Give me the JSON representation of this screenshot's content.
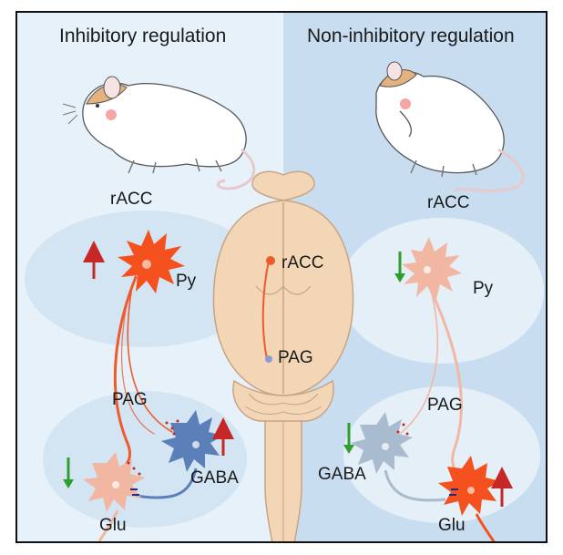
{
  "left_panel": {
    "title": "Inhibitory regulation",
    "region_top": "rACC",
    "region_bottom": "PAG",
    "neuron_py": "Py",
    "neuron_gaba": "GABA",
    "neuron_glu": "Glu"
  },
  "right_panel": {
    "title": "Non-inhibitory regulation",
    "region_top": "rACC",
    "region_bottom": "PAG",
    "neuron_py": "Py",
    "neuron_gaba": "GABA",
    "neuron_glu": "Glu"
  },
  "brain": {
    "label_top": "rACC",
    "label_bottom": "PAG"
  },
  "colors": {
    "up_arrow": "#c62828",
    "down_arrow": "#2e9e2e",
    "py_active": "#f4511e",
    "py_inactive": "#f2b7a3",
    "gaba_active": "#5b7fb8",
    "gaba_inactive": "#a9bccf",
    "brain": "#f3d6b6"
  }
}
